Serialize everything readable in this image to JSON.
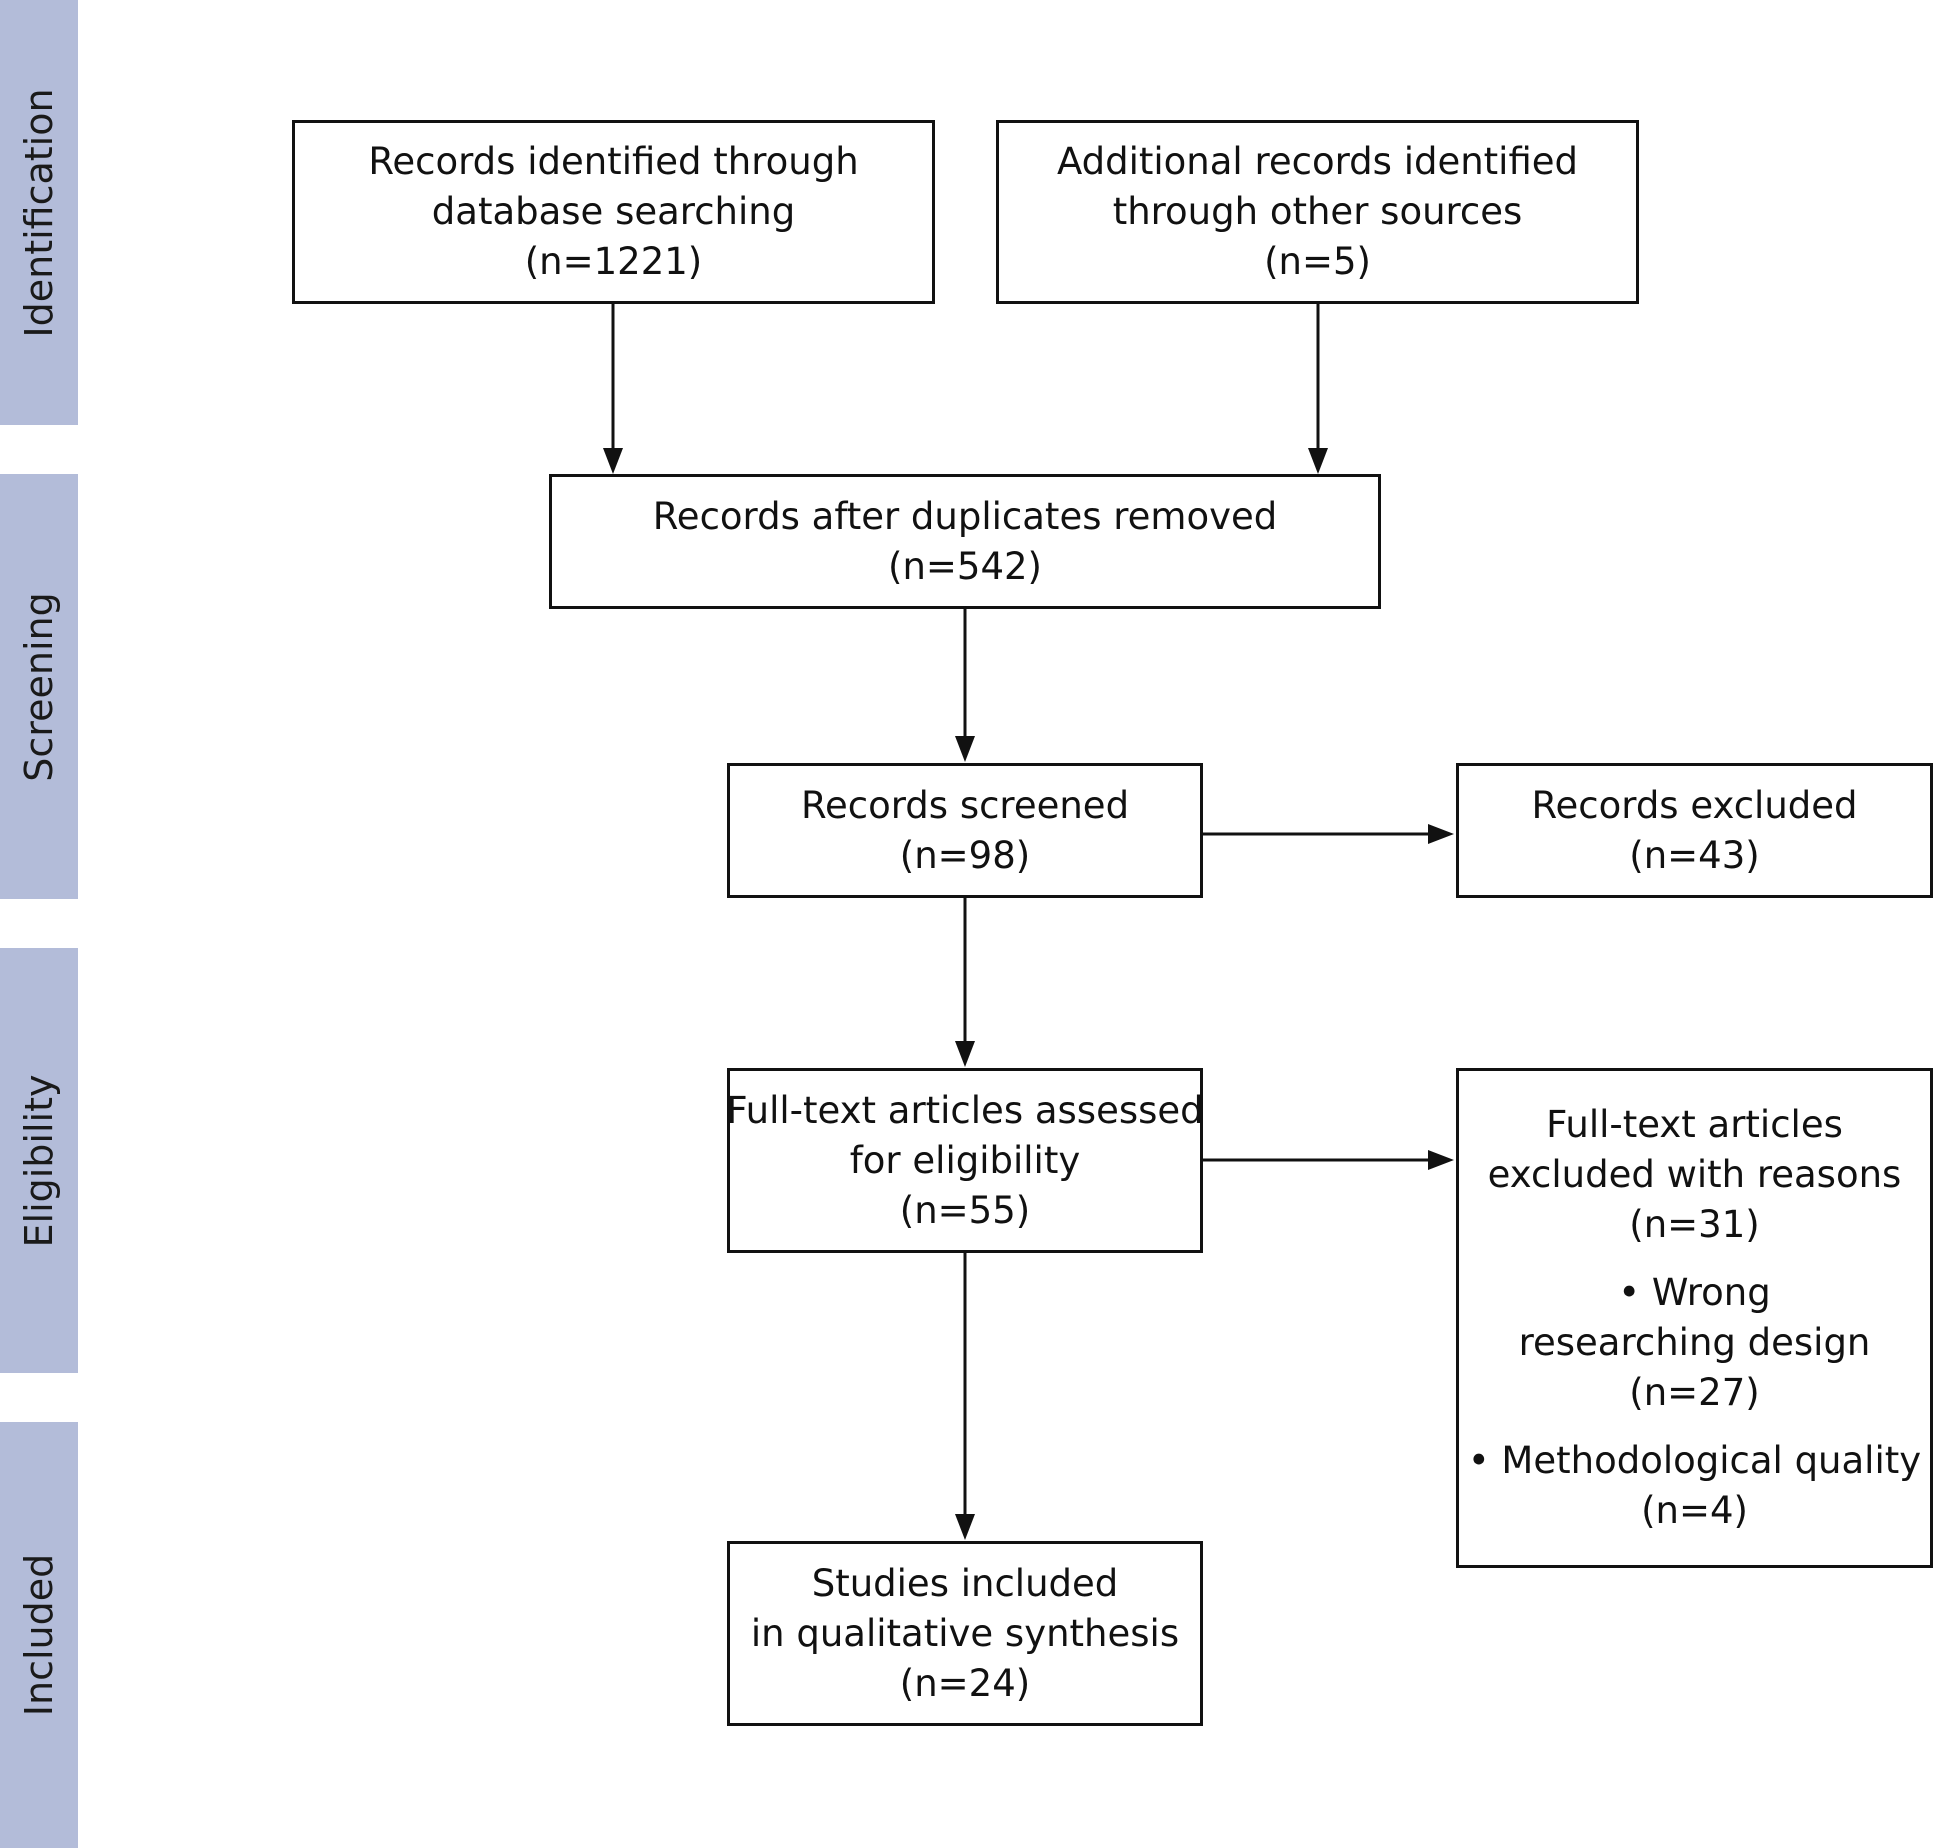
{
  "stages": [
    "Identification",
    "Screening",
    "Eligibility",
    "Included"
  ],
  "boxes": {
    "database": {
      "lines": [
        "Records identified through",
        "database searching",
        "(n=1221)"
      ]
    },
    "other": {
      "lines": [
        "Additional records identified",
        "through other sources",
        "(n=5)"
      ]
    },
    "dedup": {
      "lines": [
        "Records after duplicates removed",
        "(n=542)"
      ]
    },
    "screened": {
      "lines": [
        "Records screened",
        "(n=98)"
      ]
    },
    "excluded": {
      "lines": [
        "Records excluded",
        "(n=43)"
      ]
    },
    "fulltext": {
      "lines": [
        "Full-text articles assessed",
        "for eligibility",
        "(n=55)"
      ]
    },
    "fulltext_excluded": {
      "lines": [
        "Full-text articles",
        "excluded with reasons",
        "(n=31)"
      ],
      "reasons": [
        {
          "lines": [
            "• Wrong",
            "researching design",
            "(n=27)"
          ]
        },
        {
          "lines": [
            "• Methodological quality",
            "(n=4)"
          ]
        }
      ]
    },
    "included": {
      "lines": [
        "Studies included",
        "in qualitative synthesis",
        "(n=24)"
      ]
    }
  }
}
